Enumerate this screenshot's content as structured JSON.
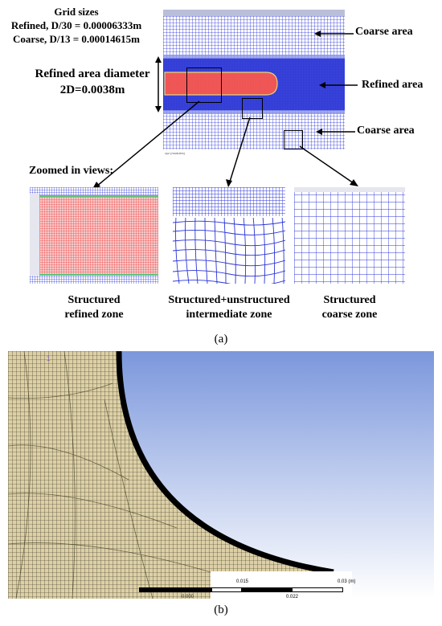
{
  "grid_sizes": {
    "title": "Grid sizes",
    "refined": "Refined, D/30 = 0.00006333m",
    "coarse": "Coarse, D/13 = 0.00014615m"
  },
  "refined_diameter": {
    "line1": "Refined area diameter",
    "line2": "2D=0.0038m"
  },
  "area_labels": {
    "coarse_top": "Coarse area",
    "refined": "Refined area",
    "coarse_bottom": "Coarse area"
  },
  "zoomed_title": "Zoomed in views:",
  "zones": {
    "refined": [
      "Structured",
      "refined zone"
    ],
    "intermediate": [
      "Structured+unstructured",
      "intermediate zone"
    ],
    "coarse": [
      "Structured",
      "coarse zone"
    ]
  },
  "caption_a": "(a)",
  "caption_b": "(b)",
  "scale_bar": {
    "ticks": [
      "0.015",
      "0.03 (m)"
    ],
    "mid": "0.022",
    "left": "0.000"
  },
  "colors": {
    "mesh_blue": "#2b35d6",
    "refined_red": "#f25a5a",
    "mesh_olive": "#ddd0a6",
    "mesh_line": "#2a2a1a",
    "sky_top": "#7b97dc",
    "sky_bottom": "#ffffff"
  }
}
